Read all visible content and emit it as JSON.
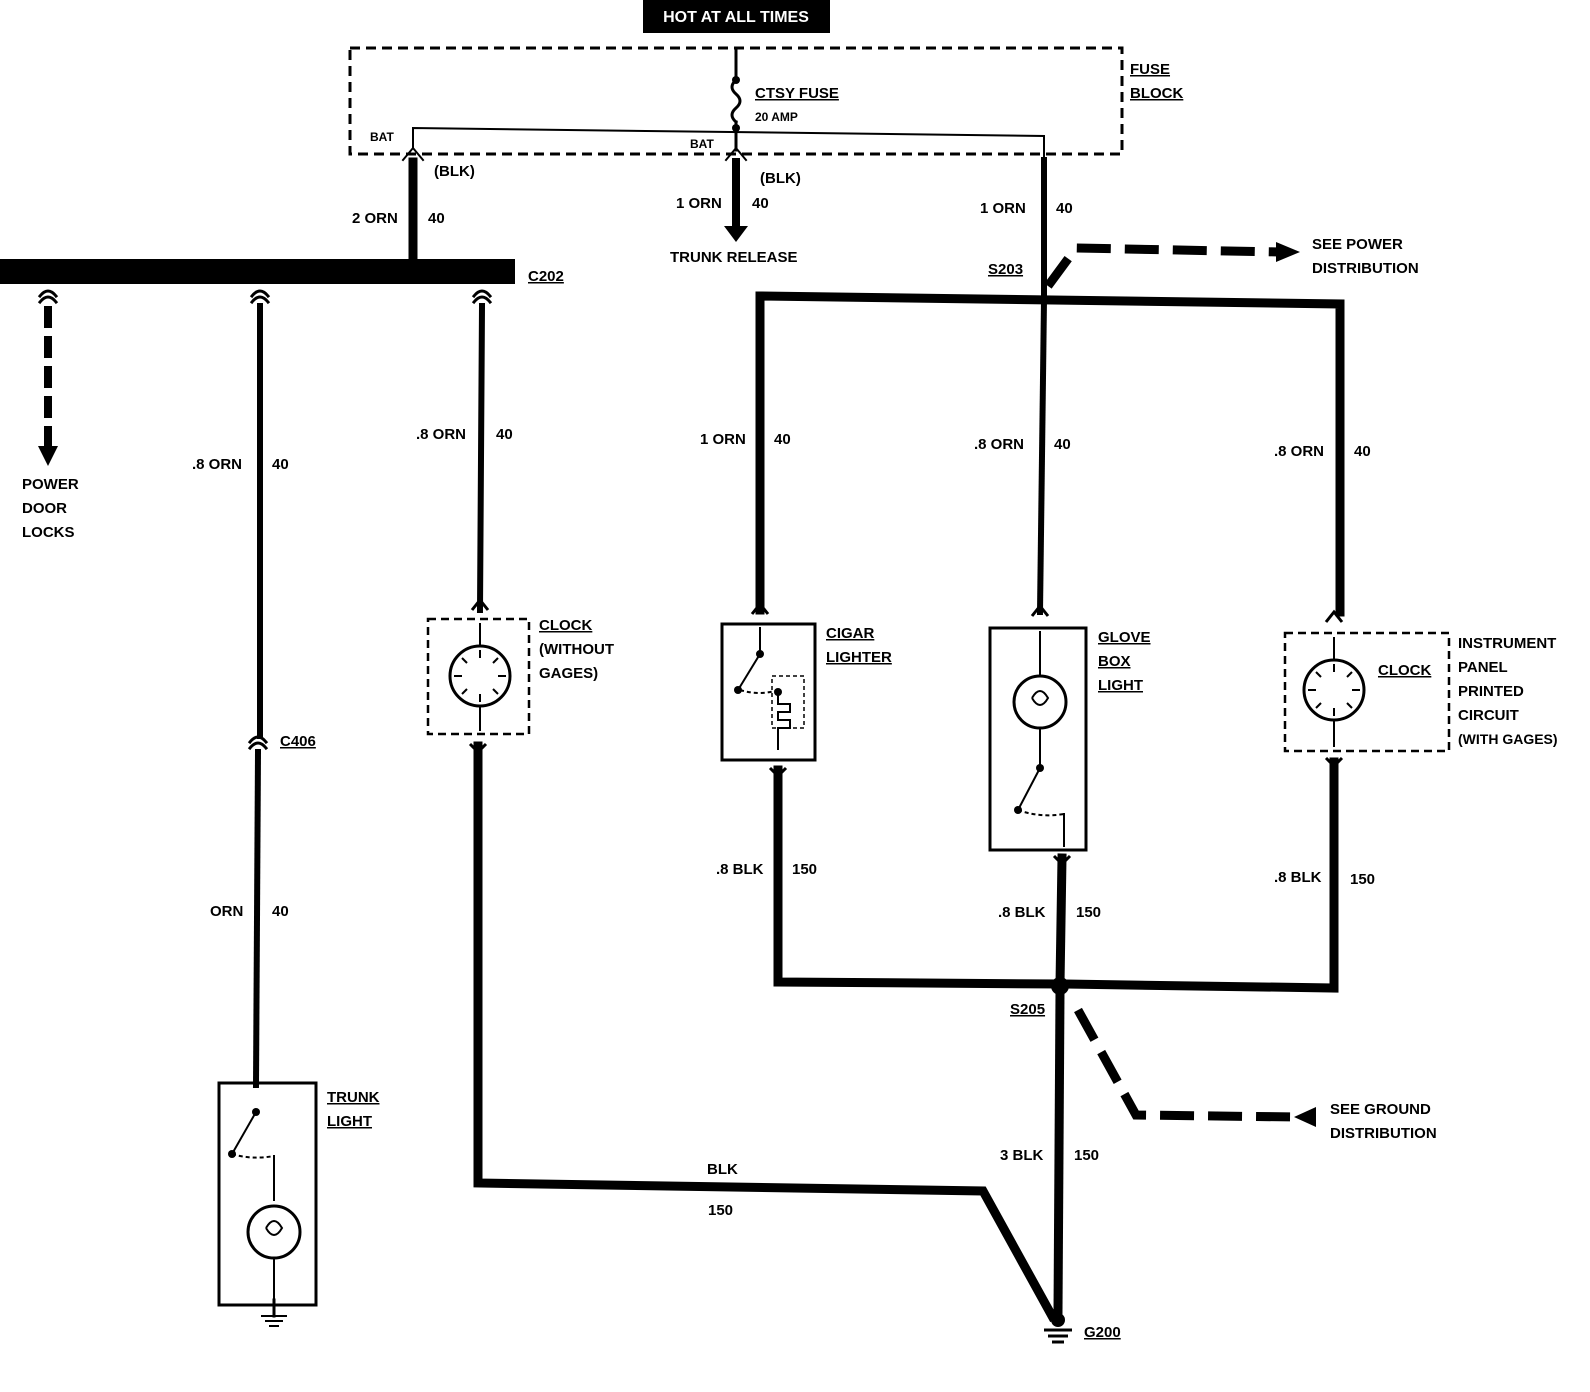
{
  "banner": "HOT AT ALL TIMES",
  "fuse_block": {
    "label_line1": "FUSE",
    "label_line2": "BLOCK",
    "fuse_name": "CTSY FUSE",
    "fuse_rating": "20 AMP",
    "bat_left": "BAT",
    "bat_center": "BAT"
  },
  "terminals": {
    "blk_left": "(BLK)",
    "blk_center": "(BLK)"
  },
  "wires": {
    "feed_left_gauge": "2 ORN",
    "feed_left_circuit": "40",
    "trunk_release_gauge": "1 ORN",
    "trunk_release_circuit": "40",
    "feed_right_gauge": "1 ORN",
    "feed_right_circuit": "40",
    "trunk_light_upper_gauge": ".8 ORN",
    "trunk_light_upper_circuit": "40",
    "trunk_light_lower_gauge": "ORN",
    "trunk_light_lower_circuit": "40",
    "clock_feed_gauge": ".8 ORN",
    "clock_feed_circuit": "40",
    "lighter_feed_gauge": "1 ORN",
    "lighter_feed_circuit": "40",
    "glove_feed_gauge": ".8 ORN",
    "glove_feed_circuit": "40",
    "ip_feed_gauge": ".8 ORN",
    "ip_feed_circuit": "40",
    "lighter_gnd_gauge": ".8 BLK",
    "lighter_gnd_circuit": "150",
    "glove_gnd_gauge": ".8 BLK",
    "glove_gnd_circuit": "150",
    "ip_gnd_gauge": ".8 BLK",
    "ip_gnd_circuit": "150",
    "clock_gnd_gauge": "BLK",
    "clock_gnd_circuit": "150",
    "main_gnd_gauge": "3 BLK",
    "main_gnd_circuit": "150"
  },
  "connectors": {
    "c202": "C202",
    "c406": "C406"
  },
  "splices": {
    "s203": "S203",
    "s205": "S205"
  },
  "grounds": {
    "g200": "G200"
  },
  "destinations": {
    "trunk_release": "TRUNK RELEASE",
    "power_door_locks_1": "POWER",
    "power_door_locks_2": "DOOR",
    "power_door_locks_3": "LOCKS",
    "see_power_1": "SEE POWER",
    "see_power_2": "DISTRIBUTION",
    "see_ground_1": "SEE GROUND",
    "see_ground_2": "DISTRIBUTION"
  },
  "components": {
    "clock_no_gages_1": "CLOCK",
    "clock_no_gages_2": "(WITHOUT",
    "clock_no_gages_3": "GAGES)",
    "cigar_1": "CIGAR",
    "cigar_2": "LIGHTER",
    "glove_1": "GLOVE",
    "glove_2": "BOX",
    "glove_3": "LIGHT",
    "ip_clock": "CLOCK",
    "ip_1": "INSTRUMENT",
    "ip_2": "PANEL",
    "ip_3": "PRINTED",
    "ip_4": "CIRCUIT",
    "ip_5": "(WITH GAGES)",
    "trunk_light_1": "TRUNK",
    "trunk_light_2": "LIGHT"
  }
}
